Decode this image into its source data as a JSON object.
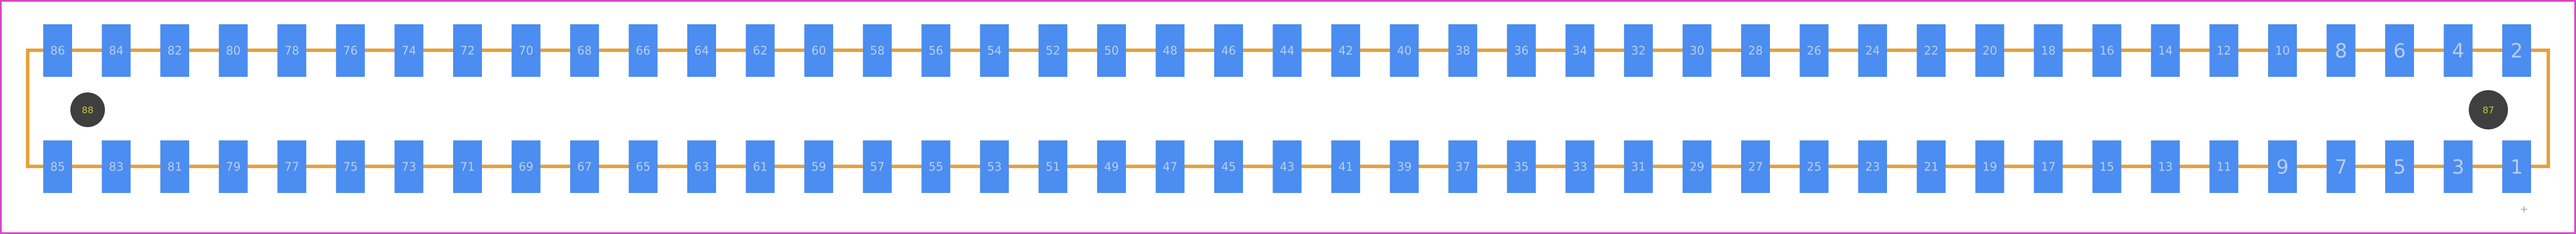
{
  "colors": {
    "background": "#ffffff",
    "border": "#d946c8",
    "outline": "#e7a13a",
    "pad": "#4b8df0",
    "pad_label": "#b9cdf0",
    "hole": "#3f3f3f",
    "hole_label": "#c7c73a",
    "marker": "#aaaaaa"
  },
  "top_row_pins": [
    "86",
    "84",
    "82",
    "80",
    "78",
    "76",
    "74",
    "72",
    "70",
    "68",
    "66",
    "64",
    "62",
    "60",
    "58",
    "56",
    "54",
    "52",
    "50",
    "48",
    "46",
    "44",
    "42",
    "40",
    "38",
    "36",
    "34",
    "32",
    "30",
    "28",
    "26",
    "24",
    "22",
    "20",
    "18",
    "16",
    "14",
    "12",
    "10",
    "8",
    "6",
    "4",
    "2"
  ],
  "bottom_row_pins": [
    "85",
    "83",
    "81",
    "79",
    "77",
    "75",
    "73",
    "71",
    "69",
    "67",
    "65",
    "63",
    "61",
    "59",
    "57",
    "55",
    "53",
    "51",
    "49",
    "47",
    "45",
    "43",
    "41",
    "39",
    "37",
    "35",
    "33",
    "31",
    "29",
    "27",
    "25",
    "23",
    "21",
    "19",
    "17",
    "15",
    "13",
    "11",
    "9",
    "7",
    "5",
    "3",
    "1"
  ],
  "mounting_holes": {
    "left": "88",
    "right": "87"
  },
  "marker": "+"
}
